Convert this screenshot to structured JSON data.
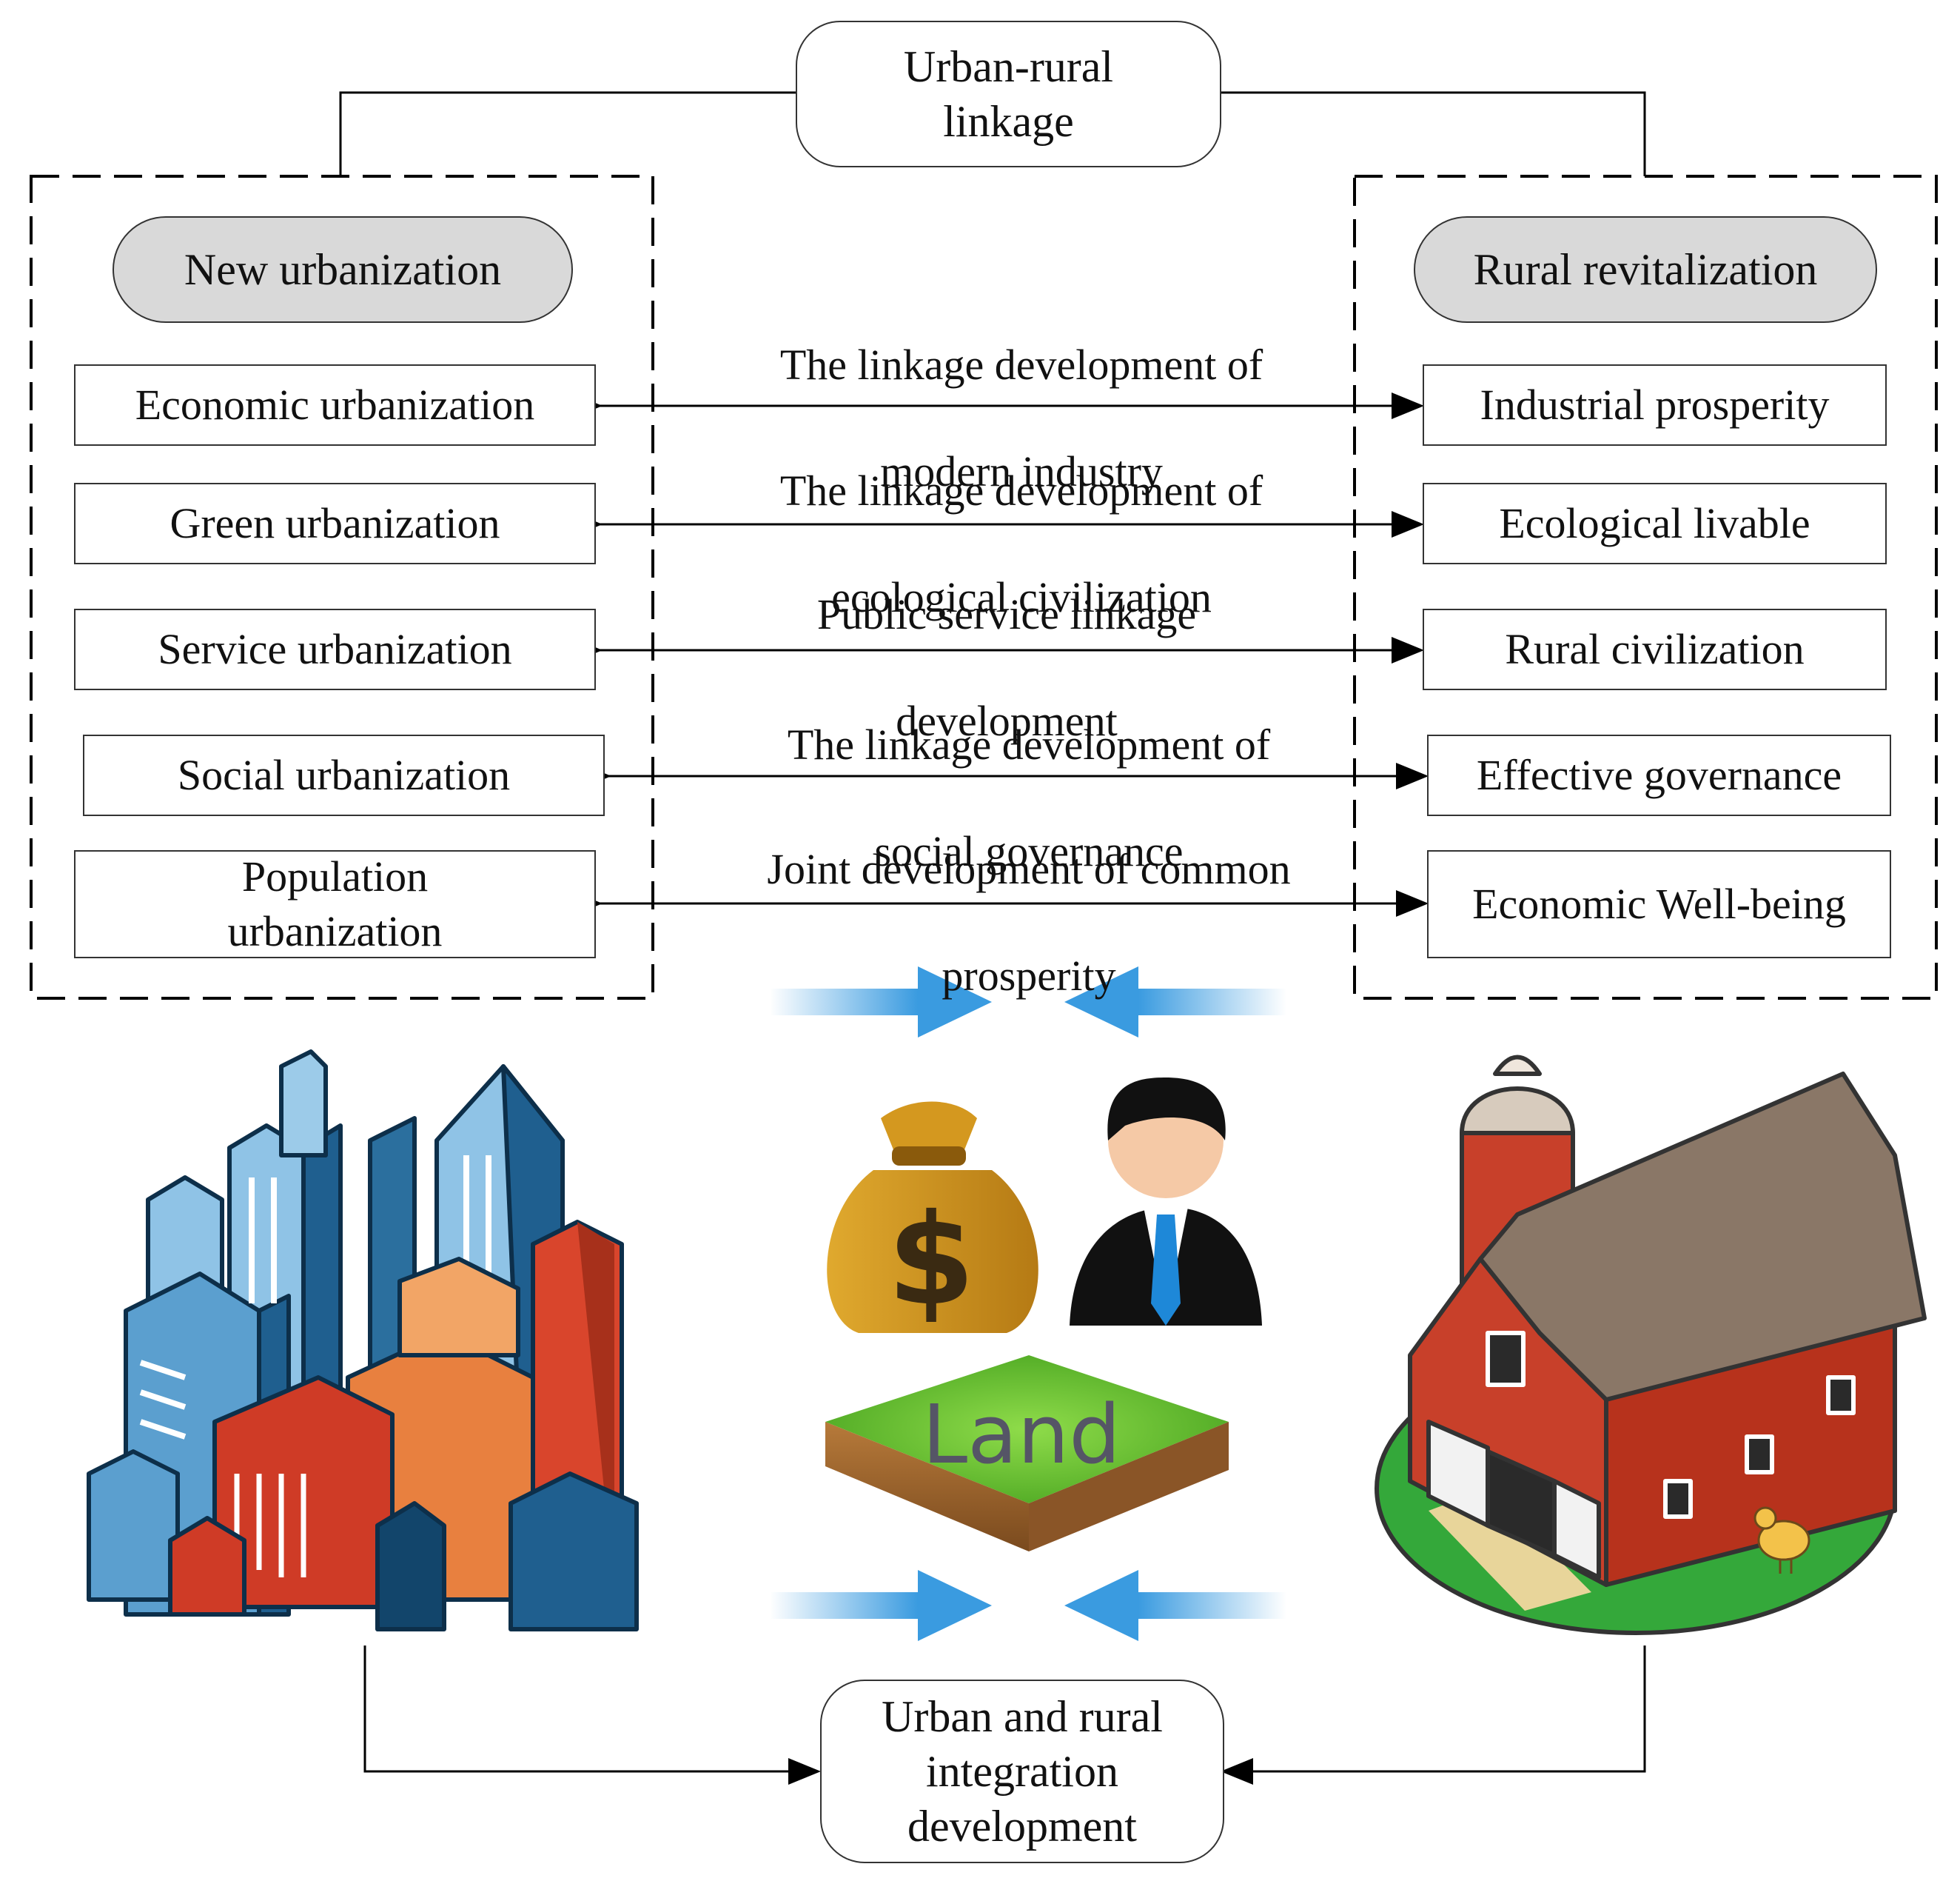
{
  "top_node": {
    "line1": "Urban-rural",
    "line2": "linkage"
  },
  "left_header": "New urbanization",
  "right_header": "Rural revitalization",
  "rows": [
    {
      "left": "Economic urbanization",
      "link1": "The linkage development of",
      "link2": "modern industry",
      "right": "Industrial prosperity"
    },
    {
      "left": "Green urbanization",
      "link1": "The linkage development of",
      "link2": "ecological civilization",
      "right": "Ecological livable"
    },
    {
      "left": "Service urbanization",
      "link1": "Public service linkage",
      "link2": "development",
      "right": "Rural civilization"
    },
    {
      "left": "Social urbanization",
      "link1": "The linkage development of",
      "link2": "social governance",
      "right": "Effective governance"
    },
    {
      "left1": "Population",
      "left2": "urbanization",
      "link1": "Joint development of common",
      "link2": "prosperity",
      "right": "Economic Well-being"
    }
  ],
  "center_icons": [
    "money-bag-icon",
    "businessman-icon",
    "land-tile-icon"
  ],
  "land_label": "Land",
  "bottom_node": {
    "line1": "Urban and rural",
    "line2": "integration",
    "line3": "development"
  },
  "colors": {
    "arrow_blue": "#3a9be0",
    "pill_gray": "#d9d9d9",
    "city_blue": "#1f5f8f",
    "barn_red": "#c8402a",
    "grass": "#5cbf2e"
  }
}
